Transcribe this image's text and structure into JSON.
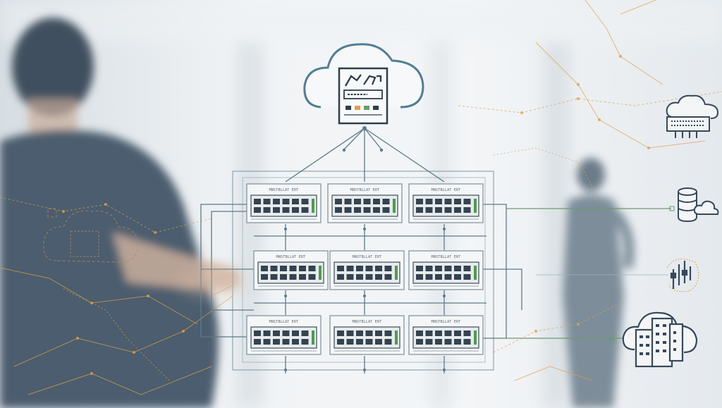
{
  "diagram": {
    "colors": {
      "background": "#e9eef1",
      "person": "#4b5d6e",
      "accent_line": "#e0a04a",
      "network_line": "#5c7a8a",
      "link_green": "#6d9a72",
      "port_green": "#4f9a4c",
      "cloud_stroke": "#4f7f95",
      "icon_stroke": "#37485a"
    },
    "cloud_controller": {
      "icon": "cloud-server-icon"
    },
    "switches": [
      {
        "label": "MNSTBLLAT ERT"
      },
      {
        "label": "MNSTBLLAT ERT"
      },
      {
        "label": "MNSTBLLAT ERT"
      },
      {
        "label": "MNSTBLLAT ERT"
      },
      {
        "label": "MNSTBLLAT ERT"
      },
      {
        "label": "MNSTBLLAT ERT"
      },
      {
        "label": "MNSTBLLAT ERT"
      },
      {
        "label": "MNSTBLLAT ERT"
      },
      {
        "label": "MNSTBLLAT ERT"
      }
    ],
    "endpoints": [
      {
        "icon": "cloud-router-icon"
      },
      {
        "icon": "database-cloud-icon"
      },
      {
        "icon": "signal-bars-icon"
      },
      {
        "icon": "cloud-building-icon"
      }
    ]
  }
}
